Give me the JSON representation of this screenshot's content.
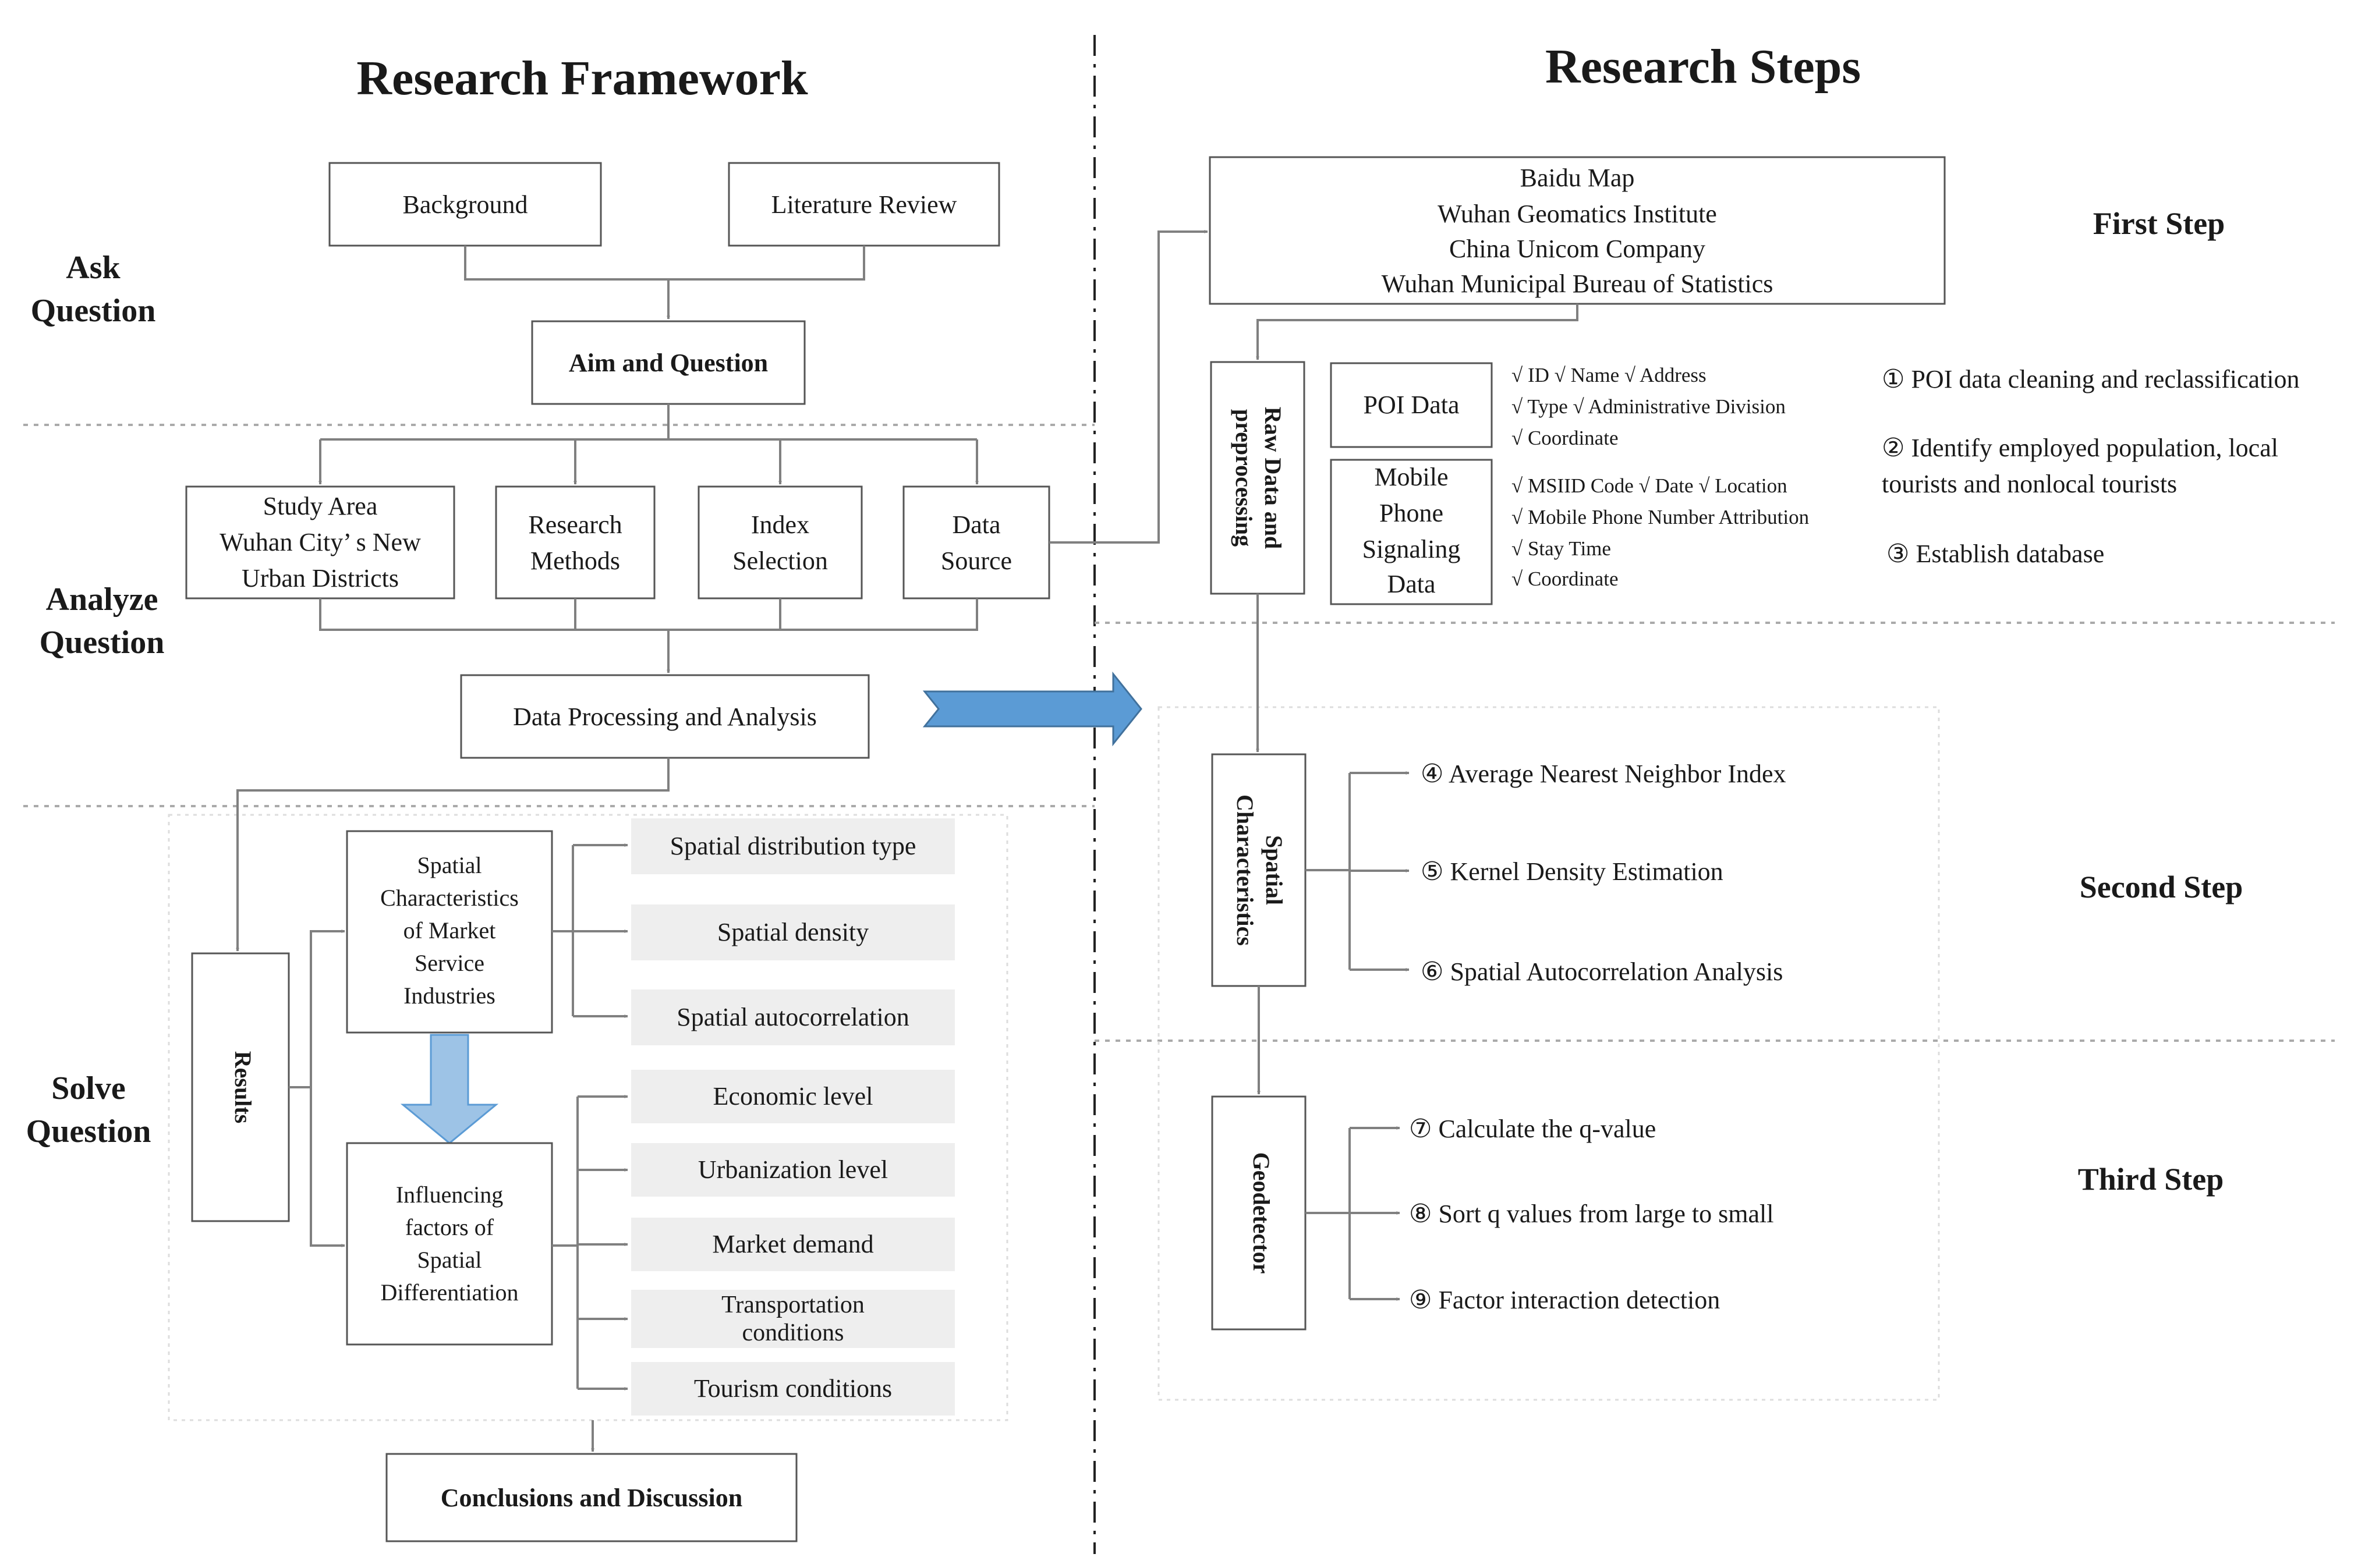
{
  "titles": {
    "framework": "Research Framework",
    "steps": "Research Steps"
  },
  "stages": {
    "ask": [
      "Ask",
      "Question"
    ],
    "analyze": [
      "Analyze",
      "Question"
    ],
    "solve": [
      "Solve",
      "Question"
    ]
  },
  "framework": {
    "background": "Background",
    "literature": "Literature Review",
    "aim": "Aim and Question",
    "study_area": [
      "Study Area",
      "Wuhan City’ s New",
      "Urban Districts"
    ],
    "methods": [
      "Research",
      "Methods"
    ],
    "index": [
      "Index",
      "Selection"
    ],
    "data_source": [
      "Data",
      "Source"
    ],
    "processing": "Data Processing and Analysis",
    "results": "Results",
    "spatial_char": [
      "Spatial",
      "Characteristics",
      "of Market",
      "Service",
      "Industries"
    ],
    "influencing": [
      "Influencing",
      "factors of",
      "Spatial",
      "Differentiation"
    ],
    "spatial_items": [
      "Spatial distribution type",
      "Spatial density",
      "Spatial autocorrelation"
    ],
    "factor_items": [
      "Economic level",
      "Urbanization level",
      "Market demand",
      "Transportation conditions",
      "Tourism conditions"
    ],
    "conclusion": "Conclusions and Discussion"
  },
  "steps": {
    "first": "First Step",
    "second": "Second Step",
    "third": "Third Step",
    "sources": [
      "Baidu Map",
      "Wuhan Geomatics Institute",
      "China Unicom Company",
      "Wuhan Municipal Bureau of Statistics"
    ],
    "raw": [
      "Raw Data and",
      "preprocessing"
    ],
    "poi": "POI Data",
    "mobile": [
      "Mobile",
      "Phone",
      "Signaling",
      "Data"
    ],
    "poi_attrs": [
      "√ ID   √ Name  √ Address",
      "√ Type  √ Administrative Division",
      "√ Coordinate"
    ],
    "mobile_attrs": [
      "√ MSIID Code √ Date  √ Location",
      "√ Mobile Phone Number Attribution",
      "√ Stay Time",
      "√ Coordinate"
    ],
    "notes": [
      "① POI data cleaning and reclassification",
      "② Identify employed population, local",
      "tourists and nonlocal tourists",
      "③ Establish database"
    ],
    "spatial": [
      "Spatial",
      "Characteristics"
    ],
    "spatial_methods": [
      "④  Average Nearest Neighbor Index",
      "⑤  Kernel Density Estimation",
      "⑥  Spatial Autocorrelation Analysis"
    ],
    "geodetector": "Geodetector",
    "geo_methods": [
      "⑦  Calculate the q-value",
      "⑧  Sort q values from large to small",
      "⑨  Factor interaction detection"
    ]
  },
  "colors": {
    "big_arrow": "#5b9bd5",
    "down_arrow": "#9dc3e6",
    "line": "#808080",
    "grey_box": "#eeeeee"
  }
}
